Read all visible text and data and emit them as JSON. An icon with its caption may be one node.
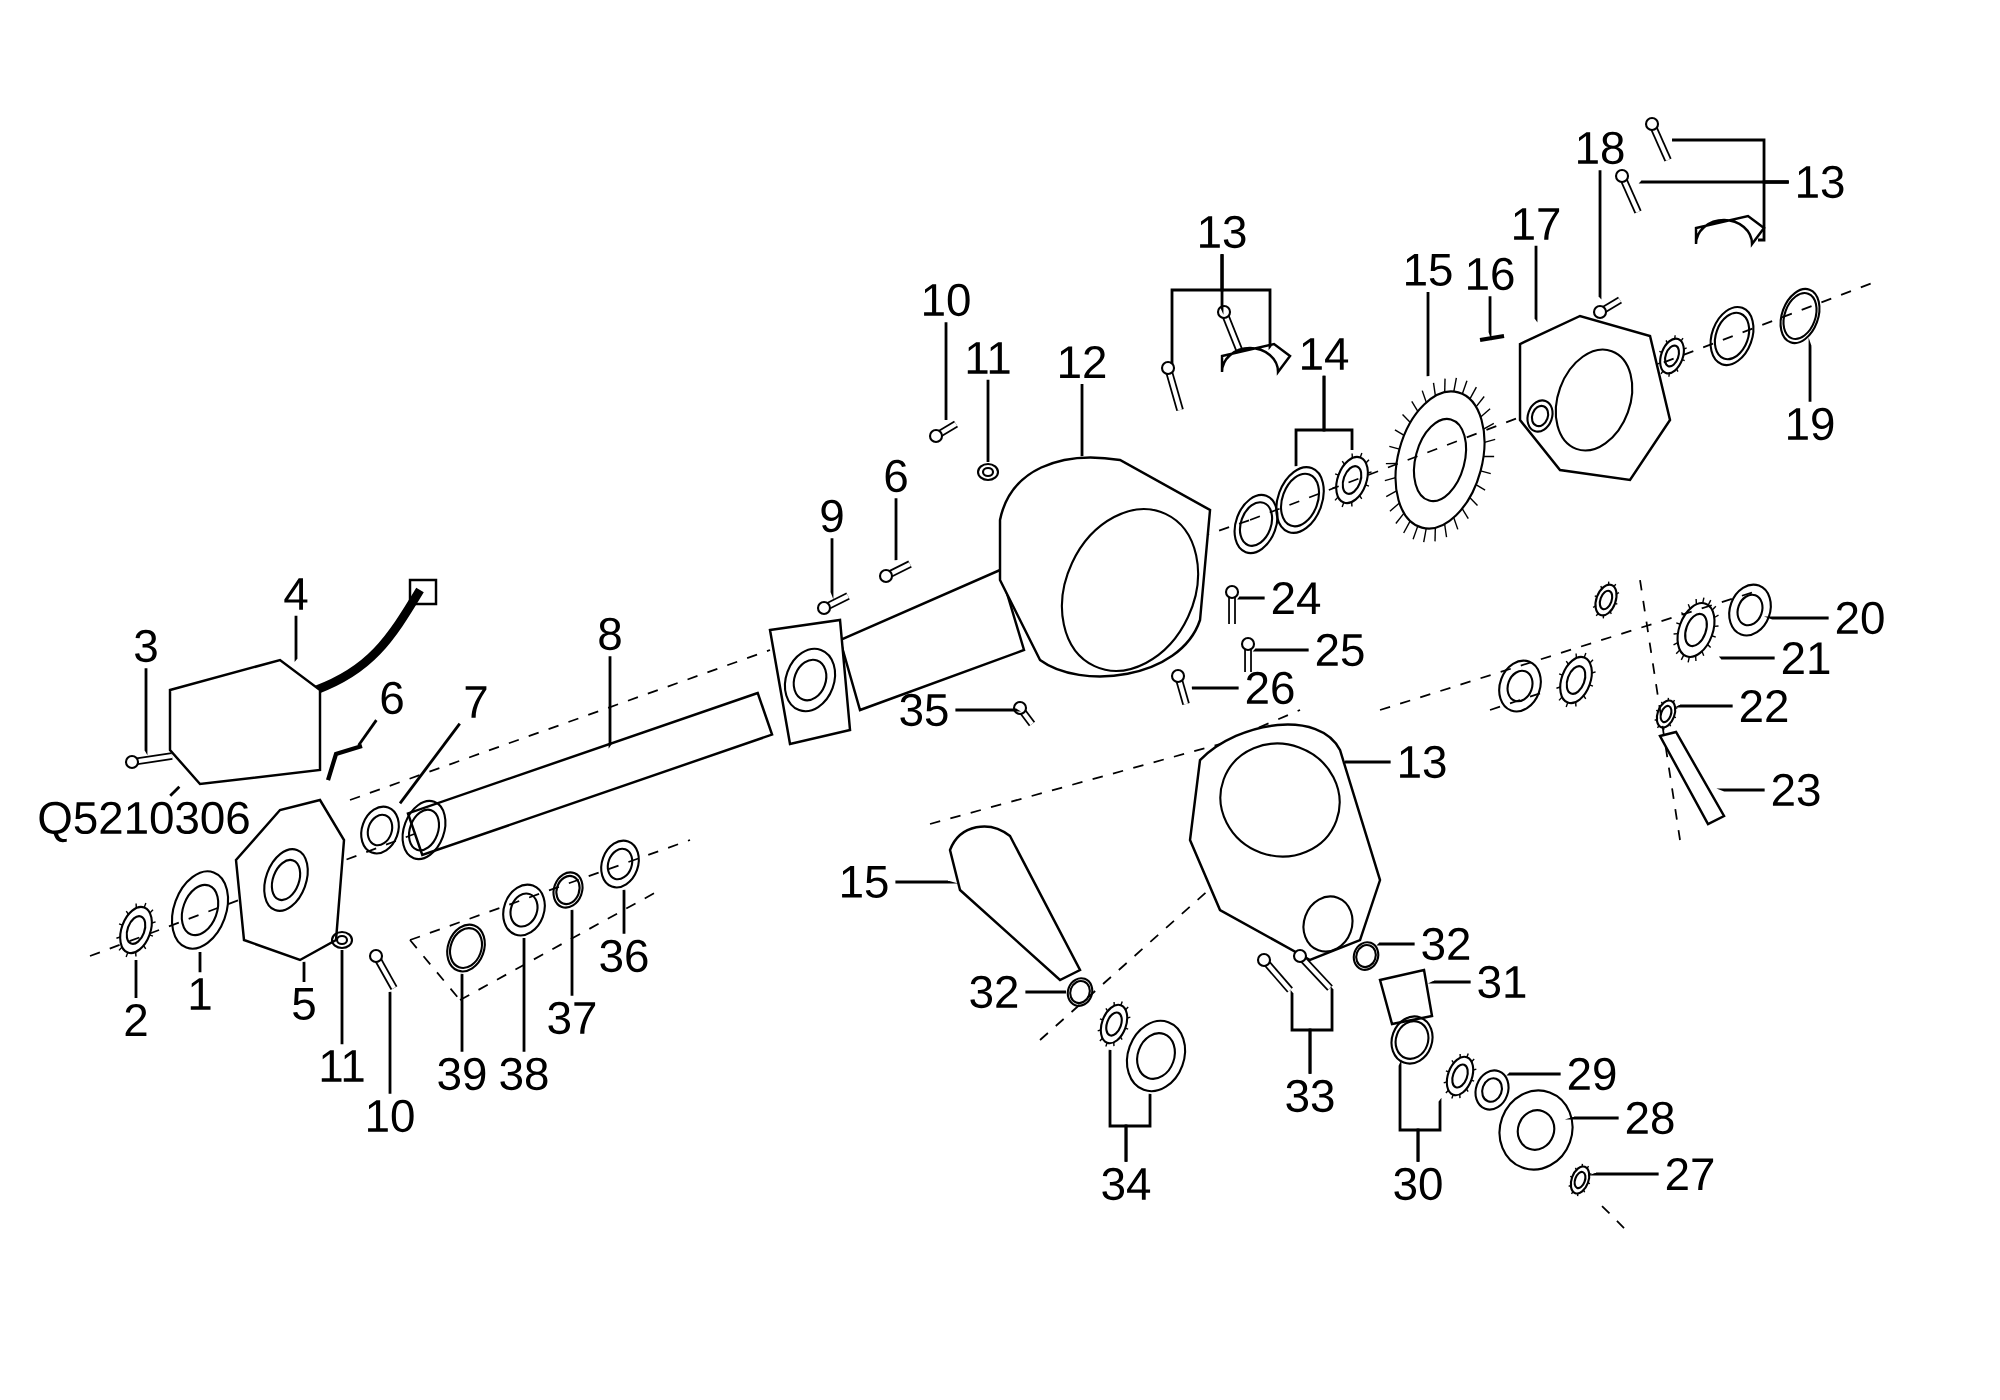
{
  "diagram": {
    "nodes": [
      {
        "text": [
          "1"
        ]
      },
      {
        "text": [
          "2"
        ]
      },
      {
        "text": [
          "3"
        ]
      },
      {
        "text": [
          "4"
        ]
      },
      {
        "text": [
          "Q5210306"
        ]
      },
      {
        "text": [
          "5"
        ]
      },
      {
        "text": [
          "6"
        ]
      },
      {
        "text": [
          "7"
        ]
      },
      {
        "text": [
          "8"
        ]
      },
      {
        "text": [
          "10"
        ]
      },
      {
        "text": [
          "11"
        ]
      },
      {
        "text": [
          "39"
        ]
      },
      {
        "text": [
          "38"
        ]
      },
      {
        "text": [
          "37"
        ]
      },
      {
        "text": [
          "36"
        ]
      },
      {
        "text": [
          "9"
        ]
      },
      {
        "text": [
          "6"
        ]
      },
      {
        "text": [
          "10"
        ]
      },
      {
        "text": [
          "11"
        ]
      },
      {
        "text": [
          "12"
        ]
      },
      {
        "text": [
          "35"
        ]
      },
      {
        "text": [
          "24"
        ]
      },
      {
        "text": [
          "25"
        ]
      },
      {
        "text": [
          "26"
        ]
      },
      {
        "text": [
          "13"
        ]
      },
      {
        "text": [
          "14"
        ]
      },
      {
        "text": [
          "15"
        ]
      },
      {
        "text": [
          "16"
        ]
      },
      {
        "text": [
          "17"
        ]
      },
      {
        "text": [
          "18"
        ]
      },
      {
        "text": [
          "13"
        ]
      },
      {
        "text": [
          "19"
        ]
      },
      {
        "text": [
          "20"
        ]
      },
      {
        "text": [
          "21"
        ]
      },
      {
        "text": [
          "22"
        ]
      },
      {
        "text": [
          "23"
        ]
      },
      {
        "text": [
          "13"
        ]
      },
      {
        "text": [
          "15"
        ]
      },
      {
        "text": [
          "32"
        ]
      },
      {
        "text": [
          "34"
        ]
      },
      {
        "text": [
          "33"
        ]
      },
      {
        "text": [
          "32"
        ]
      },
      {
        "text": [
          "31"
        ]
      },
      {
        "text": [
          "30"
        ]
      },
      {
        "text": [
          "29"
        ]
      },
      {
        "text": [
          "28"
        ]
      },
      {
        "text": [
          "27"
        ]
      },
      {
        "text": [],
        "shape": "picture"
      },
      {
        "text": [],
        "shape": "picture"
      },
      {
        "text": [],
        "shape": "picture"
      },
      {
        "text": [],
        "shape": "picture"
      },
      {
        "text": [],
        "shape": "picture"
      },
      {
        "text": [],
        "shape": "picture"
      },
      {
        "text": [],
        "shape": "picture"
      },
      {
        "text": [],
        "shape": "picture"
      },
      {
        "text": [],
        "shape": "picture"
      },
      {
        "text": [],
        "shape": "picture"
      },
      {
        "text": [],
        "shape": "picture"
      },
      {
        "text": [],
        "shape": "picture"
      },
      {
        "text": [],
        "shape": "picture"
      },
      {
        "text": [],
        "shape": "picture"
      },
      {
        "text": [],
        "shape": "picture"
      },
      {
        "text": [],
        "shape": "picture"
      },
      {
        "text": [],
        "shape": "picture"
      },
      {
        "text": [],
        "shape": "picture"
      },
      {
        "text": [],
        "shape": "picture"
      },
      {
        "text": [],
        "shape": "picture"
      },
      {
        "text": [],
        "shape": "picture"
      },
      {
        "text": [],
        "shape": "picture"
      },
      {
        "text": [],
        "shape": "picture"
      },
      {
        "text": [],
        "shape": "picture"
      },
      {
        "text": [],
        "shape": "picture"
      },
      {
        "text": [],
        "shape": "picture"
      },
      {
        "text": [],
        "shape": "picture"
      },
      {
        "text": [],
        "shape": "picture"
      },
      {
        "text": [],
        "shape": "picture"
      },
      {
        "text": [],
        "shape": "picture"
      },
      {
        "text": [],
        "shape": "picture"
      },
      {
        "text": [],
        "shape": "picture"
      },
      {
        "text": [],
        "shape": "picture"
      },
      {
        "text": [],
        "shape": "picture"
      },
      {
        "text": [],
        "shape": "picture"
      },
      {
        "text": [],
        "shape": "picture"
      },
      {
        "text": [],
        "shape": "picture"
      },
      {
        "text": [],
        "shape": "picture"
      },
      {
        "text": [],
        "shape": "picture"
      },
      {
        "text": [],
        "shape": "picture"
      },
      {
        "text": [],
        "shape": "picture"
      },
      {
        "text": [],
        "shape": "picture"
      },
      {
        "text": [],
        "shape": "picture"
      },
      {
        "text": [],
        "shape": "picture"
      },
      {
        "text": [],
        "shape": "picture"
      },
      {
        "text": [],
        "shape": "picture"
      },
      {
        "text": [],
        "shape": "picture"
      },
      {
        "text": [],
        "shape": "picture"
      },
      {
        "text": [],
        "shape": "picture"
      },
      {
        "text": [],
        "shape": "picture"
      },
      {
        "text": [],
        "shape": "picture"
      },
      {
        "text": [],
        "shape": "picture"
      },
      {
        "text": [],
        "shape": "picture"
      },
      {
        "text": [],
        "shape": "picture"
      }
    ],
    "edges": [
      {
        "from": 0,
        "to": 47,
        "arrow": "none"
      },
      {
        "from": 1,
        "to": 48,
        "arrow": "none"
      },
      {
        "from": 2,
        "to": 49,
        "arrow": "none"
      },
      {
        "from": 3,
        "to": 50,
        "arrow": "none"
      },
      {
        "from": 4,
        "to": 50,
        "arrow": "none"
      },
      {
        "from": 5,
        "to": 51,
        "arrow": "none"
      },
      {
        "from": 6,
        "to": 52,
        "arrow": "none"
      },
      {
        "from": 7,
        "to": 53,
        "arrow": "none"
      },
      {
        "from": 8,
        "to": 54,
        "arrow": "none"
      },
      {
        "from": 9,
        "to": 55,
        "arrow": "none"
      },
      {
        "from": 10,
        "to": 56,
        "arrow": "none"
      },
      {
        "from": 11,
        "to": 57,
        "arrow": "none"
      },
      {
        "from": 12,
        "to": 58,
        "arrow": "none"
      },
      {
        "from": 13,
        "to": 59,
        "arrow": "none"
      },
      {
        "from": 14,
        "to": 60,
        "arrow": "none"
      },
      {
        "from": 15,
        "to": 61,
        "arrow": "none"
      },
      {
        "from": 16,
        "to": 62,
        "arrow": "none"
      },
      {
        "from": 17,
        "to": 63,
        "arrow": "none"
      },
      {
        "from": 18,
        "to": 64,
        "arrow": "none"
      },
      {
        "from": 19,
        "to": 65,
        "arrow": "none"
      },
      {
        "from": 20,
        "to": 66,
        "arrow": "none"
      },
      {
        "from": 21,
        "to": 67,
        "arrow": "none"
      },
      {
        "from": 22,
        "to": 68,
        "arrow": "none"
      },
      {
        "from": 23,
        "to": 69,
        "arrow": "none"
      },
      {
        "from": 24,
        "to": 70,
        "arrow": "none"
      },
      {
        "from": 24,
        "to": 71,
        "arrow": "none"
      },
      {
        "from": 24,
        "to": 72,
        "arrow": "none"
      },
      {
        "from": 25,
        "to": 73,
        "arrow": "none"
      },
      {
        "from": 25,
        "to": 74,
        "arrow": "none"
      },
      {
        "from": 26,
        "to": 75,
        "arrow": "none"
      },
      {
        "from": 27,
        "to": 76,
        "arrow": "none"
      },
      {
        "from": 28,
        "to": 77,
        "arrow": "none"
      },
      {
        "from": 29,
        "to": 78,
        "arrow": "none"
      },
      {
        "from": 30,
        "to": 79,
        "arrow": "none"
      },
      {
        "from": 30,
        "to": 80,
        "arrow": "none"
      },
      {
        "from": 30,
        "to": 81,
        "arrow": "none"
      },
      {
        "from": 31,
        "to": 82,
        "arrow": "none"
      },
      {
        "from": 32,
        "to": 83,
        "arrow": "none"
      },
      {
        "from": 33,
        "to": 84,
        "arrow": "none"
      },
      {
        "from": 34,
        "to": 85,
        "arrow": "none"
      },
      {
        "from": 35,
        "to": 86,
        "arrow": "none"
      },
      {
        "from": 36,
        "to": 87,
        "arrow": "none"
      },
      {
        "from": 37,
        "to": 88,
        "arrow": "none"
      },
      {
        "from": 38,
        "to": 89,
        "arrow": "none"
      },
      {
        "from": 39,
        "to": 90,
        "arrow": "none"
      },
      {
        "from": 39,
        "to": 91,
        "arrow": "none"
      },
      {
        "from": 40,
        "to": 92,
        "arrow": "none"
      },
      {
        "from": 40,
        "to": 93,
        "arrow": "none"
      },
      {
        "from": 41,
        "to": 94,
        "arrow": "none"
      },
      {
        "from": 42,
        "to": 95,
        "arrow": "none"
      },
      {
        "from": 43,
        "to": 96,
        "arrow": "none"
      },
      {
        "from": 43,
        "to": 97,
        "arrow": "none"
      },
      {
        "from": 44,
        "to": 98,
        "arrow": "none"
      },
      {
        "from": 45,
        "to": 99,
        "arrow": "none"
      },
      {
        "from": 46,
        "to": 100,
        "arrow": "none"
      }
    ]
  }
}
